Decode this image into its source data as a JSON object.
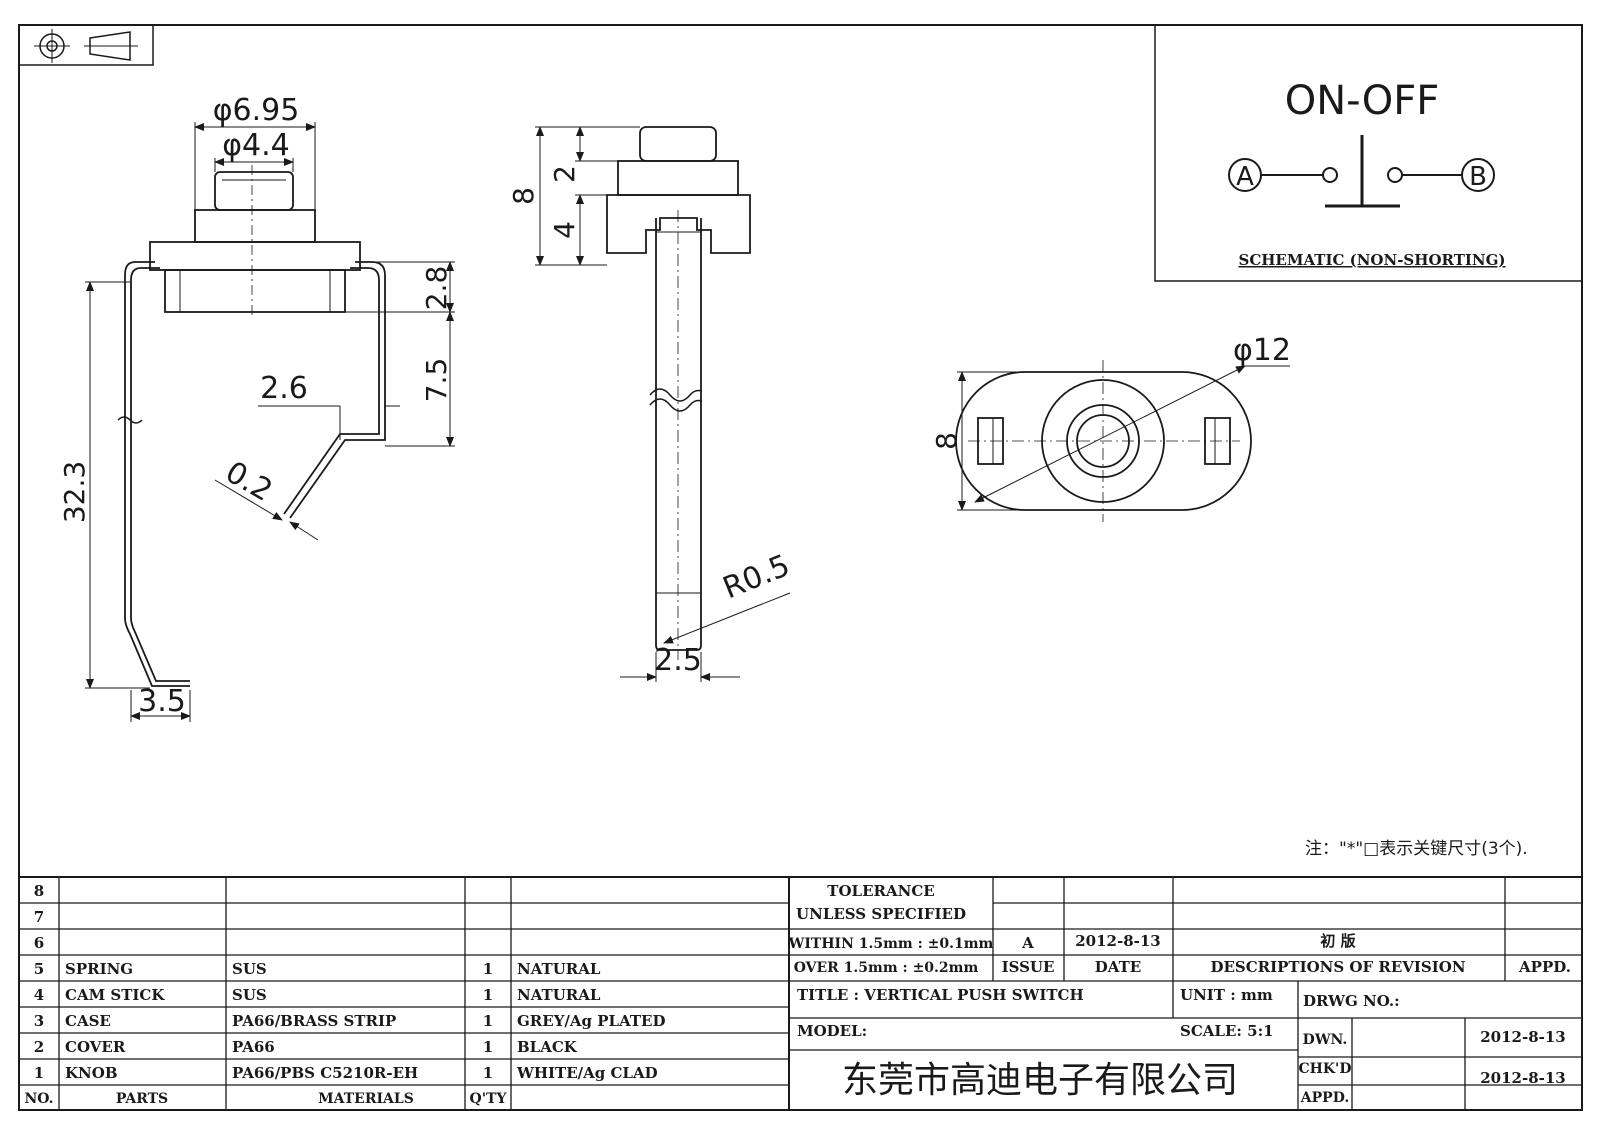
{
  "schematic": {
    "title": "ON-OFF",
    "terminal_a": "A",
    "terminal_b": "B",
    "caption": "SCHEMATIC (NON-SHORTING)"
  },
  "dimensions": {
    "knob_outer_dia": "φ6.95",
    "knob_inner_dia": "φ4.4",
    "body_height": "2.8",
    "spring_drop": "7.5",
    "spring_offset": "2.6",
    "spring_thickness": "0.2",
    "total_length": "32.3",
    "foot_width": "3.5",
    "side_total": "8",
    "side_top": "2",
    "side_mid": "4",
    "tip_radius": "R0.5",
    "stick_width": "2.5",
    "case_dia": "φ12",
    "case_height": "8"
  },
  "note": "注：\"*\"□表示关键尺寸(3个).",
  "bom": {
    "row_numbers": [
      "8",
      "7",
      "6"
    ],
    "rows": [
      {
        "no": "5",
        "part": "SPRING",
        "material": "SUS",
        "qty": "1",
        "finish": "NATURAL"
      },
      {
        "no": "4",
        "part": "CAM STICK",
        "material": "SUS",
        "qty": "1",
        "finish": "NATURAL"
      },
      {
        "no": "3",
        "part": "CASE",
        "material": "PA66/BRASS STRIP",
        "qty": "1",
        "finish": "GREY/Ag PLATED"
      },
      {
        "no": "2",
        "part": "COVER",
        "material": "PA66",
        "qty": "1",
        "finish": "BLACK"
      },
      {
        "no": "1",
        "part": "KNOB",
        "material": "PA66/PBS C5210R-EH",
        "qty": "1",
        "finish": "WHITE/Ag CLAD"
      }
    ],
    "header": {
      "no": "NO.",
      "parts": "PARTS",
      "materials": "MATERIALS",
      "qty": "Q'TY"
    }
  },
  "title_block": {
    "tolerance_1": "TOLERANCE",
    "tolerance_2": "UNLESS  SPECIFIED",
    "within": "WITHIN 1.5mm : ±0.1mm",
    "over": "OVER 1.5mm : ±0.2mm",
    "issue_value": "A",
    "date_value": "2012-8-13",
    "revision_desc": "初  版",
    "issue_label": "ISSUE",
    "date_label": "DATE",
    "desc_label": "DESCRIPTIONS OF REVISION",
    "appd_label": "APPD.",
    "title": "TITLE :  VERTICAL PUSH SWITCH",
    "unit": "UNIT :  mm",
    "drwg_no": "DRWG NO.:",
    "model": "MODEL:",
    "scale": "SCALE:  5:1",
    "dwn": "DWN.",
    "dwn_date": "2012-8-13",
    "chkd": "CHK'D",
    "chkd_date": "2012-8-13",
    "appd": "APPD.",
    "company": "东莞市高迪电子有限公司"
  }
}
